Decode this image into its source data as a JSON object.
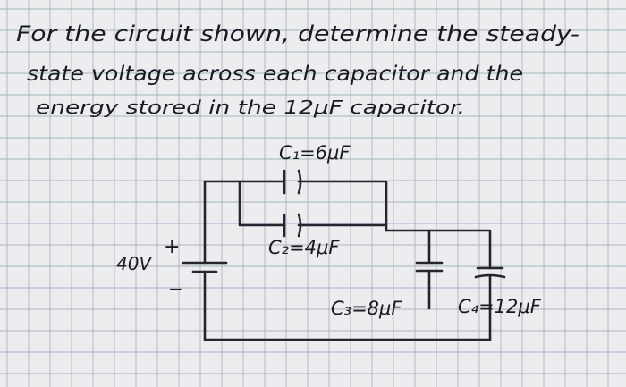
{
  "problem": {
    "line1": "For the circuit shown, determine the steady-",
    "line2": "state voltage across each capacitor and the",
    "line3": "energy stored in the 12μF capacitor."
  },
  "circuit": {
    "c1_label": "C₁=6μF",
    "c2_label": "C₂=4μF",
    "c3_label": "C₃=8μF",
    "c4_label": "C₄=12μF",
    "source_label": "40V",
    "plus_sign": "+",
    "minus_sign": "−"
  },
  "colors": {
    "paper": "#ecedee",
    "grid_line": "#aab4bd",
    "ink": "#25252b"
  }
}
